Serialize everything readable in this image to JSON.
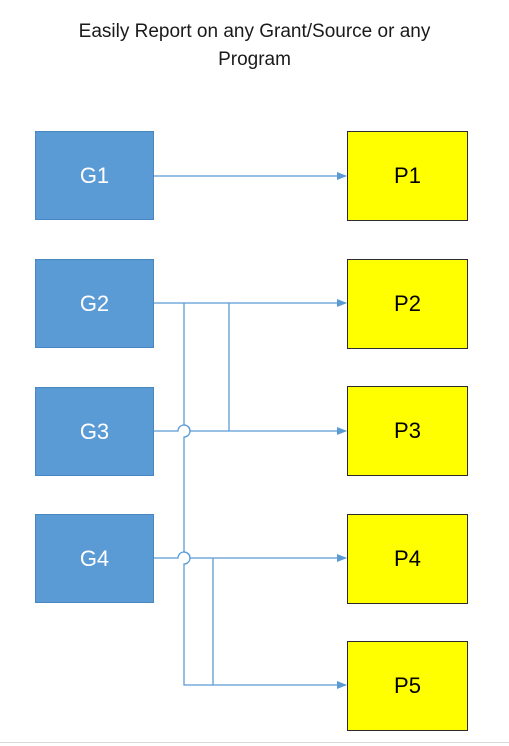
{
  "title": "Easily Report on any Grant/Source or any\nProgram",
  "grants": [
    "G1",
    "G2",
    "G3",
    "G4"
  ],
  "programs": [
    "P1",
    "P2",
    "P3",
    "P4",
    "P5"
  ],
  "colors": {
    "grant_fill": "#5b9bd5",
    "program_fill": "#ffff00",
    "connector": "#5b9bd5"
  },
  "connections": [
    {
      "from": "G1",
      "to": "P1"
    },
    {
      "from": "G2",
      "to": "P2"
    },
    {
      "from": "G2",
      "to": "P3"
    },
    {
      "from": "G2",
      "to": "P5"
    },
    {
      "from": "G3",
      "to": "P3"
    },
    {
      "from": "G4",
      "to": "P4"
    },
    {
      "from": "G4",
      "to": "P5"
    }
  ]
}
